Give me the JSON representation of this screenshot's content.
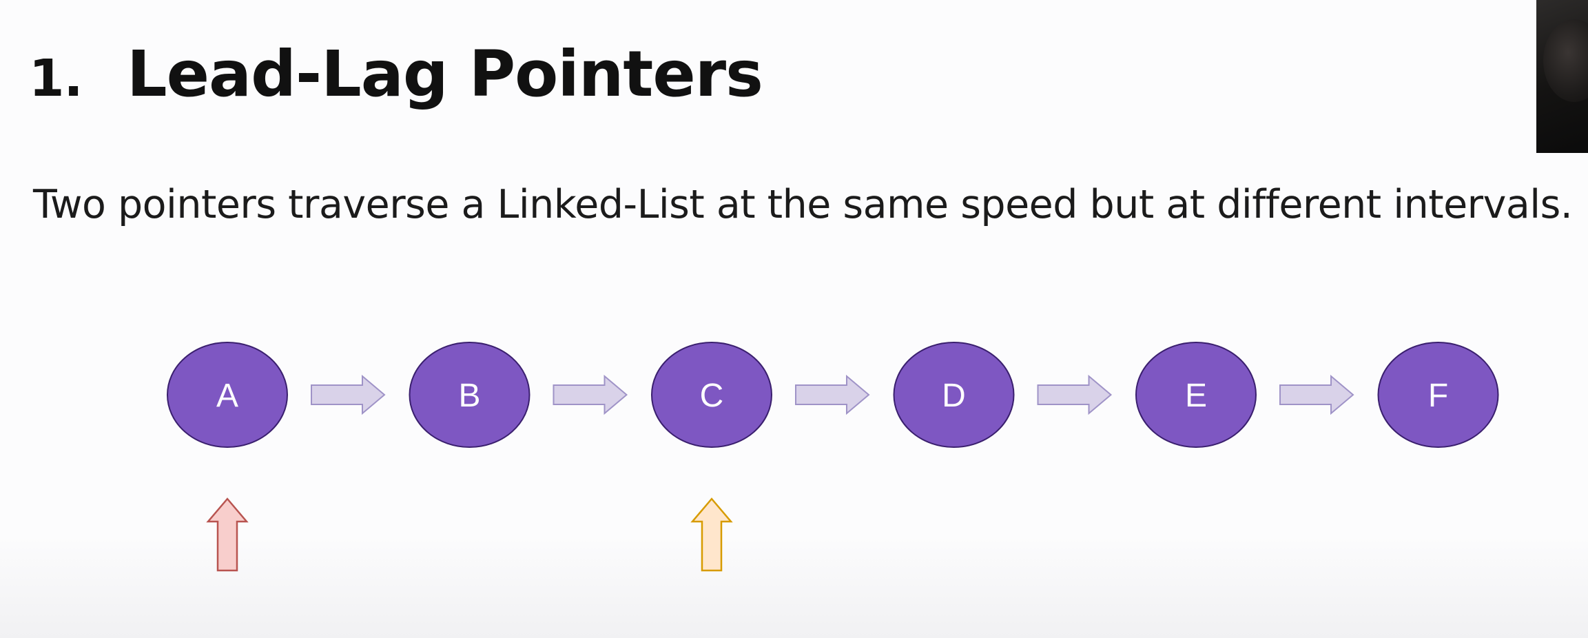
{
  "slide": {
    "number": "1.",
    "title": "Lead-Lag Pointers",
    "description": "Two pointers traverse a Linked-List at the same speed but at different intervals."
  },
  "diagram": {
    "nodes": [
      {
        "label": "A"
      },
      {
        "label": "B"
      },
      {
        "label": "C"
      },
      {
        "label": "D"
      },
      {
        "label": "E"
      },
      {
        "label": "F"
      }
    ],
    "node_fill": "#7e57c2",
    "node_stroke": "#3a1f6e",
    "link_arrow_fill": "#d9d2e9",
    "link_arrow_stroke": "#9f93c7",
    "pointers": [
      {
        "target_index": 0,
        "fill": "#f8cecc",
        "stroke": "#b85450"
      },
      {
        "target_index": 2,
        "fill": "#ffe6cc",
        "stroke": "#d79b00"
      }
    ]
  }
}
